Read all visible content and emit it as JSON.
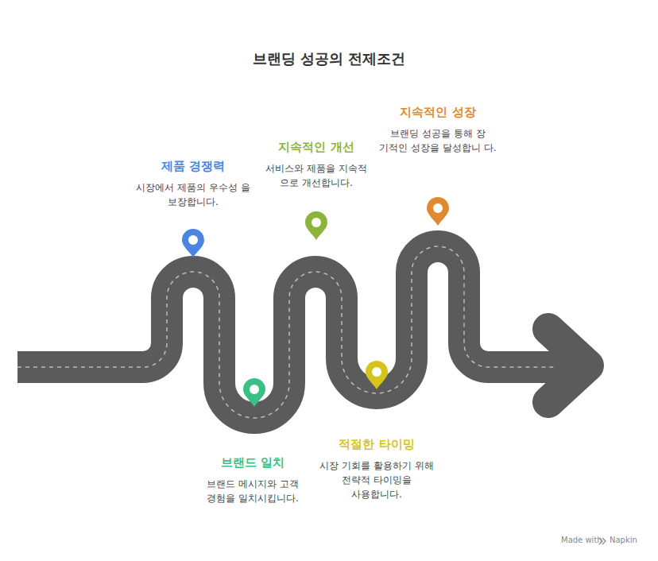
{
  "diagram": {
    "title": "브랜딩 성공의 전제조건",
    "nodes": [
      {
        "text": [
          "제품 경쟁력",
          "시장에서 제품의 우수성 을 보장합니다."
        ]
      },
      {
        "text": [
          "브랜드 일치",
          "브랜드 메시지와 고객 경험을 일치시킵니다."
        ]
      },
      {
        "text": [
          "지속적인 개선",
          "서비스와 제품을 지속적 으로 개선합니다."
        ]
      },
      {
        "text": [
          "적절한 타이밍",
          "시장 기회를 활용하기 위해 전략적 타이밍을 사용합니다."
        ]
      },
      {
        "text": [
          "지속적인 성장",
          "브랜딩 성공을 통해 장 기적인 성장을 달성합니 다."
        ]
      }
    ],
    "labels": [
      "Made with",
      "Napkin"
    ]
  }
}
